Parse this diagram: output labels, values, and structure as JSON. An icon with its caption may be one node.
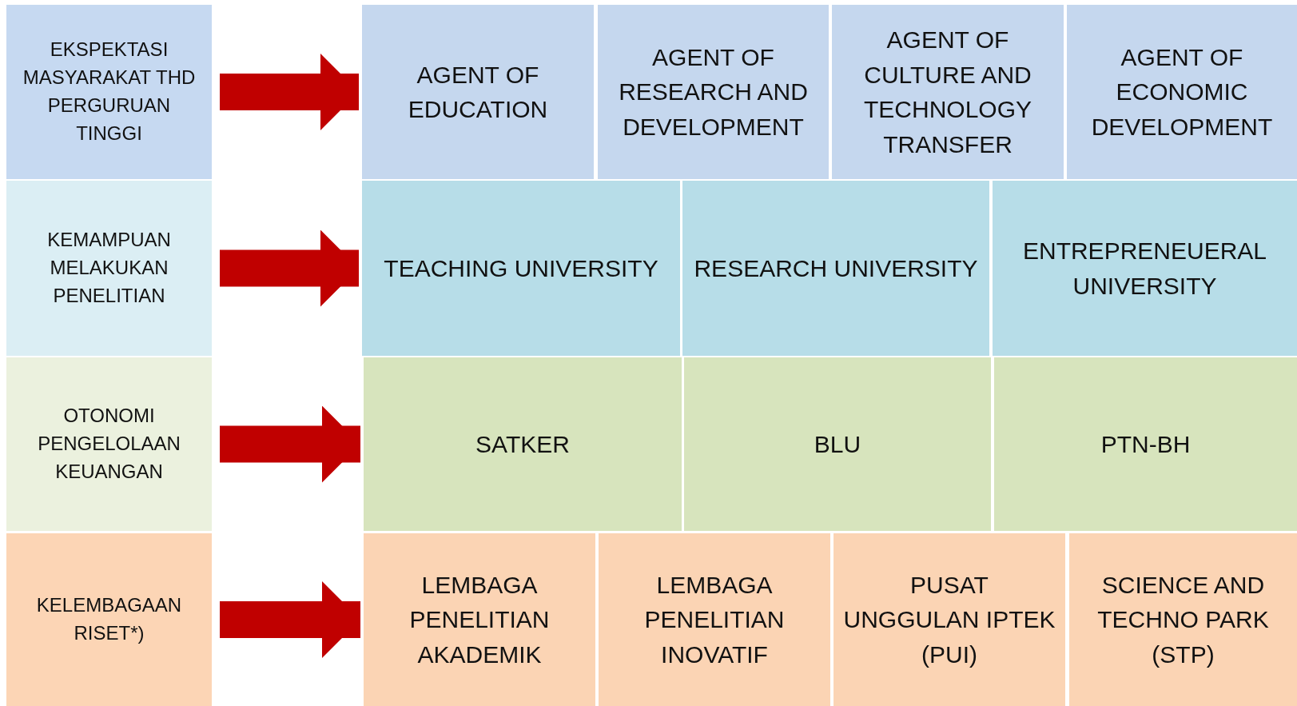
{
  "diagram": {
    "nodes": [
      {
        "text": [
          "EKSPEKTASI MASYARAKAT THD PERGURUAN TINGGI"
        ]
      },
      {
        "text": [
          "AGENT OF EDUCATION"
        ]
      },
      {
        "text": [
          "AGENT OF RESEARCH AND DEVELOPMENT"
        ]
      },
      {
        "text": [
          "AGENT OF CULTURE AND TECHNOLOGY TRANSFER"
        ]
      },
      {
        "text": [
          "AGENT OF ECONOMIC DEVELOPMENT"
        ]
      },
      {
        "text": [
          "KEMAMPUAN MELAKUKAN PENELITIAN"
        ]
      },
      {
        "text": [
          "TEACHING UNIVERSITY"
        ]
      },
      {
        "text": [
          "RESEARCH UNIVERSITY"
        ]
      },
      {
        "text": [
          "ENTREPRENEUERAL UNIVERSITY"
        ]
      },
      {
        "text": [
          "OTONOMI PENGELOLAAN KEUANGAN"
        ]
      },
      {
        "text": [
          "SATKER"
        ]
      },
      {
        "text": [
          "BLU"
        ]
      },
      {
        "text": [
          "PTN-BH"
        ]
      },
      {
        "text": [
          "KELEMBAGAAN RISET*)"
        ]
      },
      {
        "text": [
          "LEMBAGA PENELITIAN AKADEMIK"
        ]
      },
      {
        "text": [
          "LEMBAGA PENELITIAN INOVATIF"
        ]
      },
      {
        "text": [
          "PUSAT UNGGULAN IPTEK (PUI)"
        ]
      },
      {
        "text": [
          "SCIENCE AND TECHNO PARK (STP)"
        ]
      }
    ],
    "edges": [
      {
        "from": 0,
        "to": 1,
        "arrow": "to"
      },
      {
        "from": 5,
        "to": 6,
        "arrow": "to"
      },
      {
        "from": 9,
        "to": 10,
        "arrow": "to"
      },
      {
        "from": 13,
        "to": 14,
        "arrow": "to"
      }
    ]
  }
}
